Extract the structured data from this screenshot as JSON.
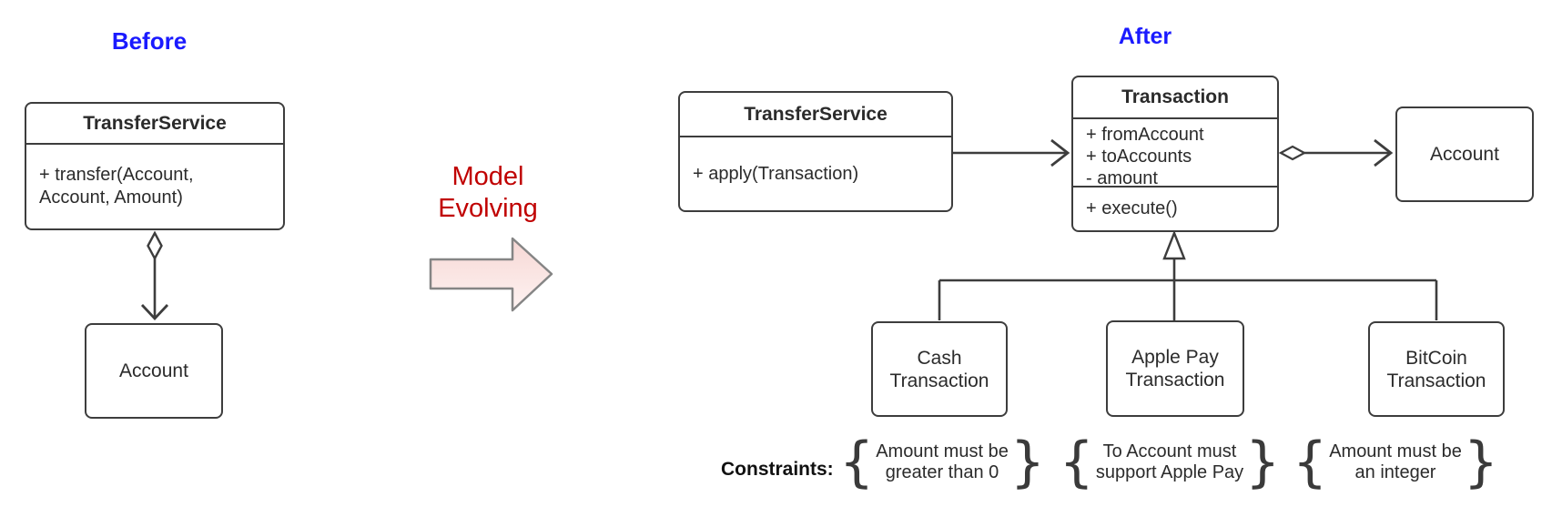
{
  "labels": {
    "before": "Before",
    "after": "After",
    "model_evolving_line1": "Model",
    "model_evolving_line2": "Evolving",
    "constraints_label": "Constraints:",
    "brace_open": "{",
    "brace_close": "}"
  },
  "colors": {
    "section_label_blue": "#1a1aff",
    "model_evolving_red": "#c00000",
    "box_border": "#3d3d3d",
    "connector": "#3d3d3d",
    "text": "#2b2b2b",
    "evolve_arrow_fill_top": "#f6d7d4",
    "evolve_arrow_fill_bottom": "#fef3f2",
    "evolve_arrow_border": "#858585",
    "background": "#ffffff"
  },
  "before_diagram": {
    "transfer_service": {
      "title": "TransferService",
      "method_line1": "+ transfer(Account,",
      "method_line2": "Account, Amount)"
    },
    "account": {
      "title": "Account"
    }
  },
  "after_diagram": {
    "transfer_service": {
      "title": "TransferService",
      "method": "+ apply(Transaction)"
    },
    "transaction": {
      "title": "Transaction",
      "attributes": [
        "+ fromAccount",
        "+ toAccounts",
        "- amount"
      ],
      "methods": [
        "+ execute()"
      ]
    },
    "account": {
      "title": "Account"
    },
    "subclasses": [
      {
        "name_line1": "Cash",
        "name_line2": "Transaction",
        "constraint_line1": "Amount must be",
        "constraint_line2": "greater than 0"
      },
      {
        "name_line1": "Apple Pay",
        "name_line2": "Transaction",
        "constraint_line1": "To Account must",
        "constraint_line2": "support Apple Pay"
      },
      {
        "name_line1": "BitCoin",
        "name_line2": "Transaction",
        "constraint_line1": "Amount must be",
        "constraint_line2": "an integer"
      }
    ]
  }
}
